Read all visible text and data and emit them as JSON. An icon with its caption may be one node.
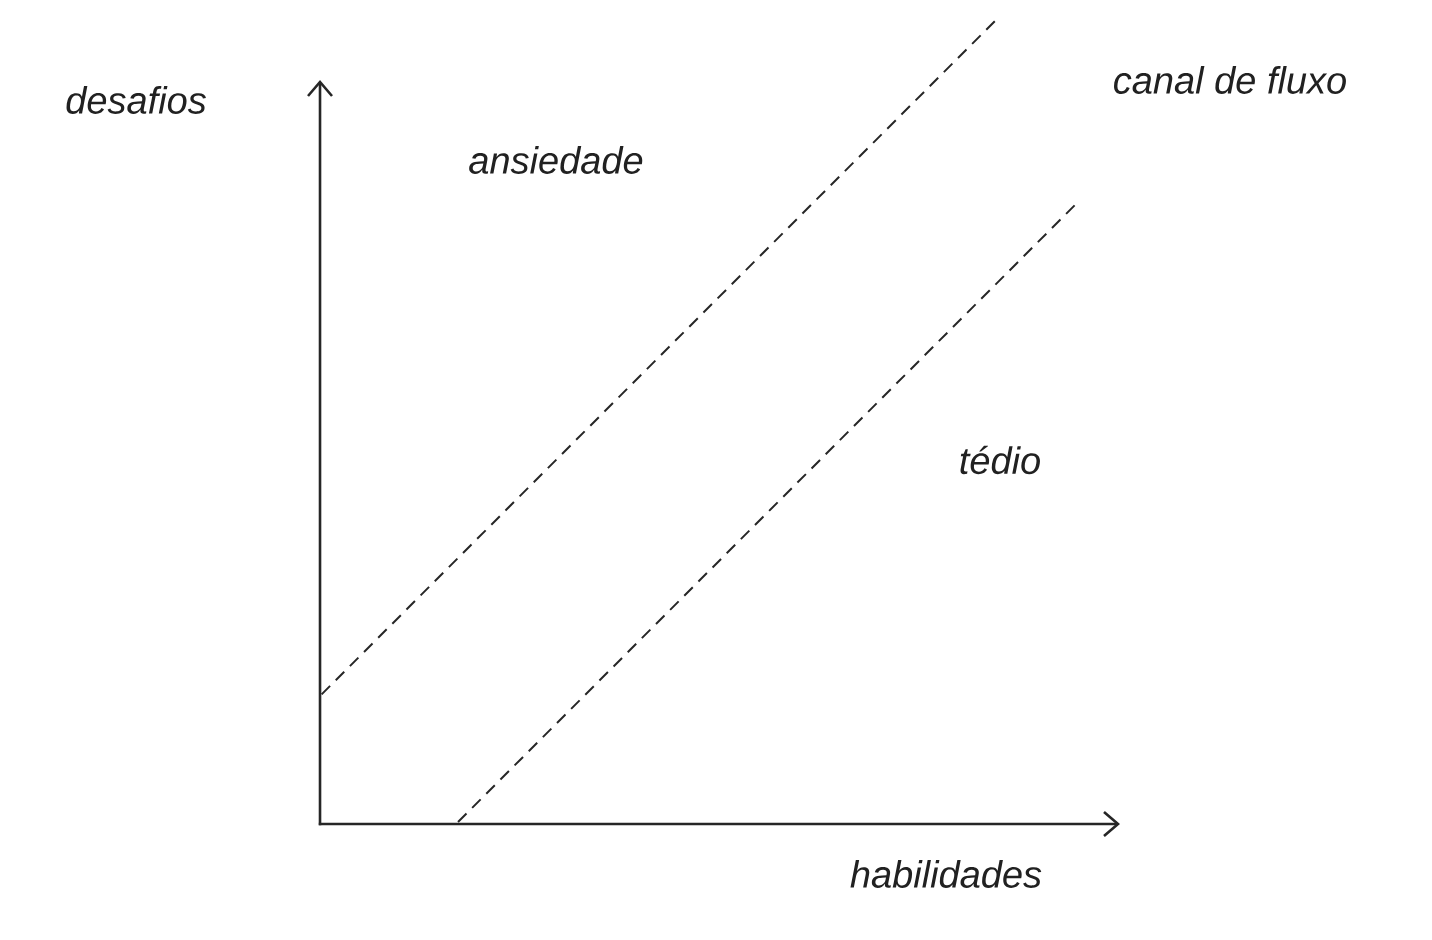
{
  "diagram": {
    "labels": [
      "desafios",
      "ansiedade",
      "canal de fluxo",
      "tédio",
      "habilidades"
    ]
  }
}
